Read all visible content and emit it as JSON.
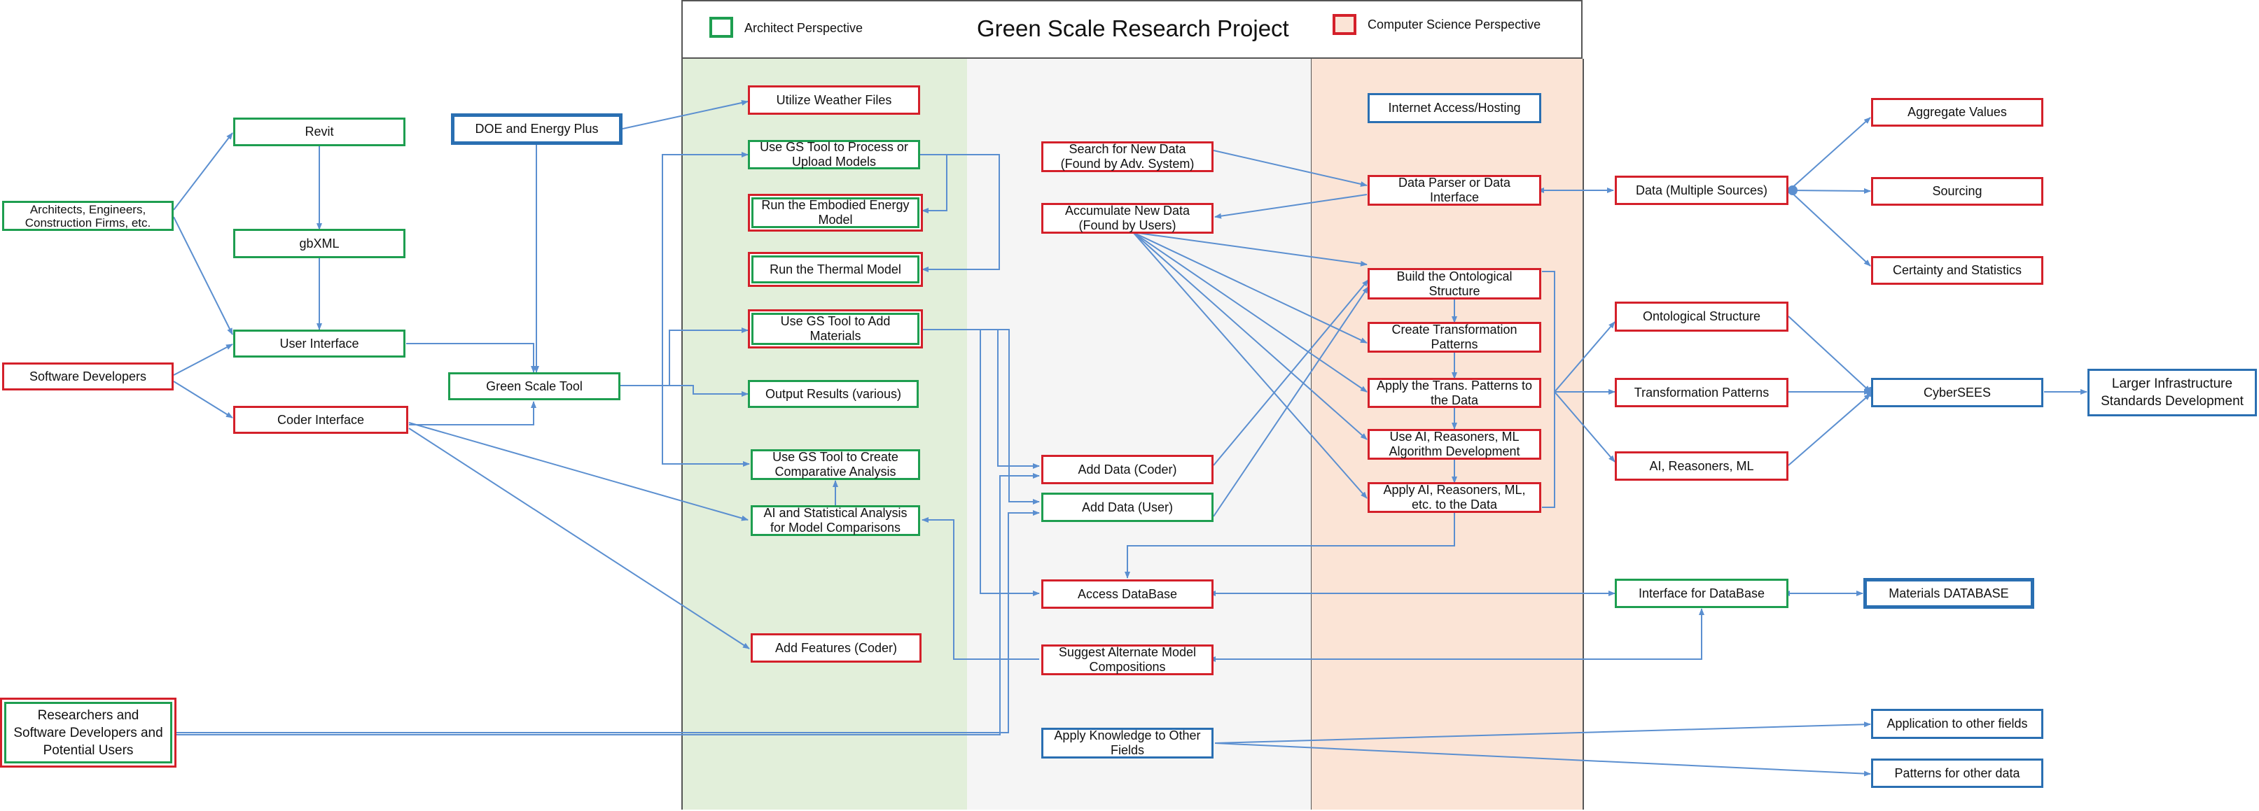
{
  "title": "Green Scale Research Project",
  "legend": {
    "architect": "Architect Perspective",
    "cs": "Computer Science Perspective",
    "architect_color": "#1e9e50",
    "cs_color": "#d4202a",
    "blue_color": "#2a6fb2"
  },
  "left": {
    "architects": "Architects, Engineers, Construction Firms, etc.",
    "software_devs": "Software Developers",
    "researchers": "Researchers and Software Developers and Potential Users",
    "revit": "Revit",
    "gbxml": "gbXML",
    "user_interface": "User Interface",
    "coder_interface": "Coder Interface",
    "doe": "DOE and Energy Plus",
    "green_scale_tool": "Green Scale Tool"
  },
  "architect_col": {
    "weather": "Utilize Weather Files",
    "process_upload": "Use GS Tool to Process or Upload Models",
    "embodied": "Run the Embodied Energy Model",
    "thermal": "Run the Thermal Model",
    "add_materials": "Use GS Tool to Add Materials",
    "output": "Output Results (various)",
    "comparative": "Use GS Tool to Create Comparative Analysis",
    "ai_stat": "AI and Statistical Analysis for Model Comparisons",
    "add_features": "Add Features (Coder)"
  },
  "middle_col": {
    "search_new": "Search for New Data (Found by Adv. System)",
    "accumulate": "Accumulate New Data (Found by Users)",
    "add_coder": "Add Data (Coder)",
    "add_user": "Add Data (User)",
    "access_db": "Access DataBase",
    "suggest": "Suggest Alternate Model Compositions",
    "apply_knowledge": "Apply Knowledge to Other Fields"
  },
  "cs_col": {
    "internet": "Internet Access/Hosting",
    "parser": "Data Parser or Data Interface",
    "build_onto": "Build the Ontological Structure",
    "create_trans": "Create Transformation Patterns",
    "apply_trans": "Apply the Trans. Patterns to the Data",
    "use_ai": "Use AI, Reasoners, ML Algorithm Development",
    "apply_ai": "Apply AI, Reasoners, ML, etc. to the Data"
  },
  "right": {
    "data_multi": "Data (Multiple Sources)",
    "aggregate": "Aggregate Values",
    "sourcing": "Sourcing",
    "certainty": "Certainty and Statistics",
    "onto_struct": "Ontological Structure",
    "trans_patterns": "Transformation Patterns",
    "ai_reasoners": "AI, Reasoners, ML",
    "cybersees": "CyberSEES",
    "larger": "Larger Infrastructure Standards Development",
    "interface_db": "Interface for DataBase",
    "materials_db": "Materials DATABASE",
    "app_other": "Application to other fields",
    "patterns_other": "Patterns for other data"
  }
}
